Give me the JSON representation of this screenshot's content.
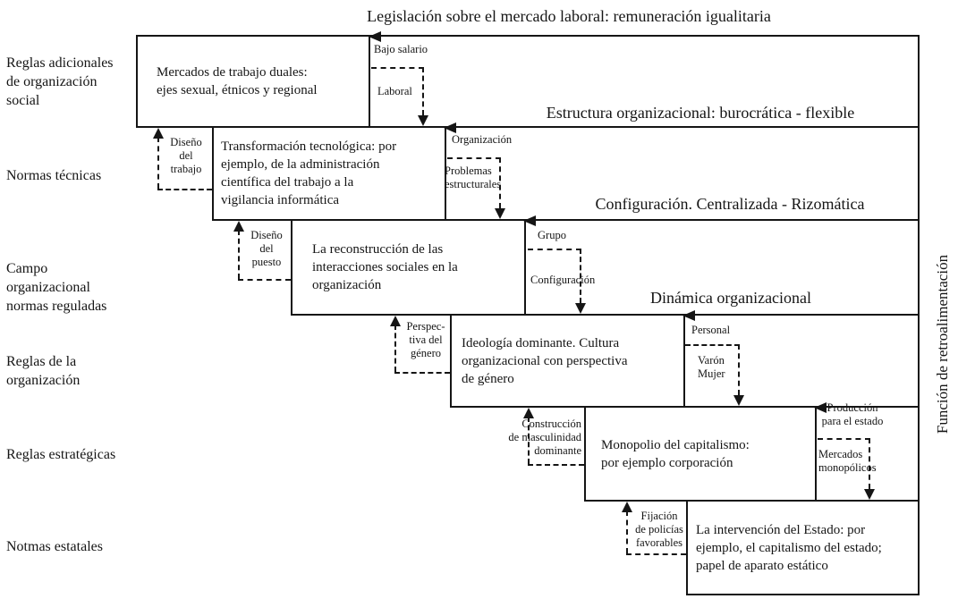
{
  "headers": {
    "top": "Legislación sobre el mercado laboral: remuneración igualitaria",
    "estructura": "Estructura organizacional: burocrática - flexible",
    "configuracion": "Configuración. Centralizada - Rizomática",
    "dinamica": "Dinámica organizacional"
  },
  "left_labels": {
    "reglas_adicionales": "Reglas adicionales\nde organización\nsocial",
    "normas_tecnicas": "Normas técnicas",
    "campo_organizacional": "Campo\norganizacional\nnormas reguladas",
    "reglas_organizacion": "Reglas de la\norganización",
    "reglas_estrategicas": "Reglas estratégicas",
    "normas_estatales": "Notmas estatales"
  },
  "right_label": "Función de retroalimentación",
  "boxes": {
    "mercados": "Mercados de trabajo duales:\nejes sexual, étnicos y regional",
    "transformacion": "Transformación tecnológica: por\nejemplo, de la administración\ncientífica del trabajo a la\nvigilancia informática",
    "reconstruccion": "La reconstrucción de las\ninteracciones sociales en la\norganización",
    "ideologia": "Ideología dominante. Cultura\norganizacional con perspectiva\nde género",
    "monopolio": "Monopolio del capitalismo:\npor ejemplo corporación",
    "intervencion": "La intervención del Estado: por\nejemplo, el capitalismo del estado;\npapel de aparato estático"
  },
  "down_connectors": {
    "bajo_salario": {
      "top": "Bajo salario",
      "bottom": "Laboral"
    },
    "organizacion": {
      "top": "Organización",
      "bottom": "Problemas\nestructurales"
    },
    "grupo": {
      "top": "Grupo",
      "bottom": "Configuración"
    },
    "personal": {
      "top": "Personal",
      "bottom": "Varón\nMujer"
    },
    "produccion": {
      "top": "Producción\npara el estado",
      "bottom": "Mercados\nmonopólicos"
    }
  },
  "up_connectors": {
    "diseno_trabajo": "Diseño\ndel\ntrabajo",
    "diseno_puesto": "Diseño\ndel\npuesto",
    "perspectiva": "Perspec-\ntiva del\ngénero",
    "construccion": "Construcción\nde masculinidad\ndominante",
    "fijacion": "Fijación\nde policías\nfavorables"
  }
}
